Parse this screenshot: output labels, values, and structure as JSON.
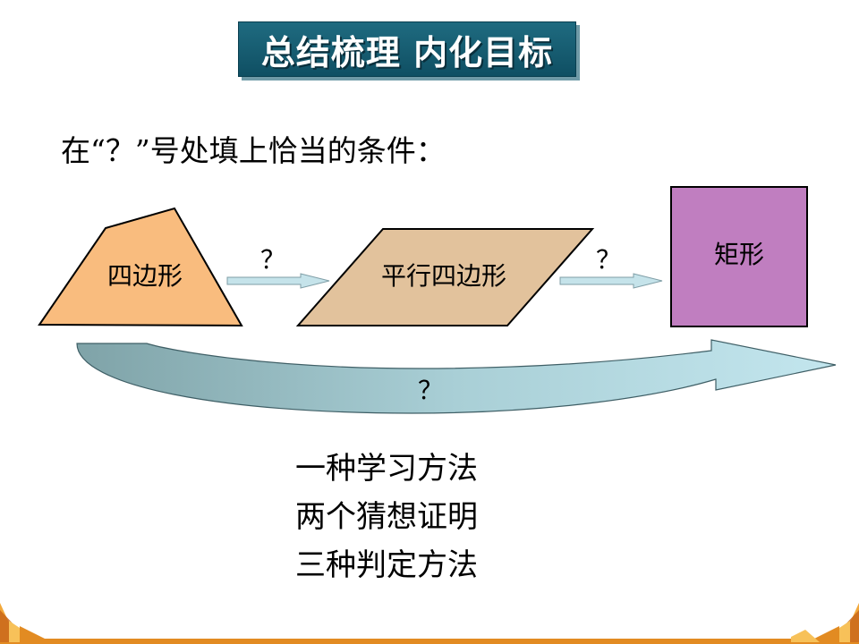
{
  "title": "总结梳理 内化目标",
  "instruction": "在“？”号处填上恰当的条件：",
  "shapes": {
    "quadrilateral": {
      "label": "四边形",
      "color": "#f9bc7e"
    },
    "parallelogram": {
      "label": "平行四边形",
      "color": "#e2c29c"
    },
    "rectangle": {
      "label": "矩形",
      "color": "#c07ec0"
    }
  },
  "arrows": {
    "q1": "？",
    "q2": "？",
    "q3": "？"
  },
  "summary": [
    "一种学习方法",
    "两个猜想证明",
    "三种判定方法"
  ],
  "colors": {
    "title_bg": "#15596d",
    "arrow_fill": "#c5e3ea",
    "curve_dark": "#7fa3a8",
    "curve_light": "#c3e6ee",
    "footer_orange": "#e28b22"
  }
}
